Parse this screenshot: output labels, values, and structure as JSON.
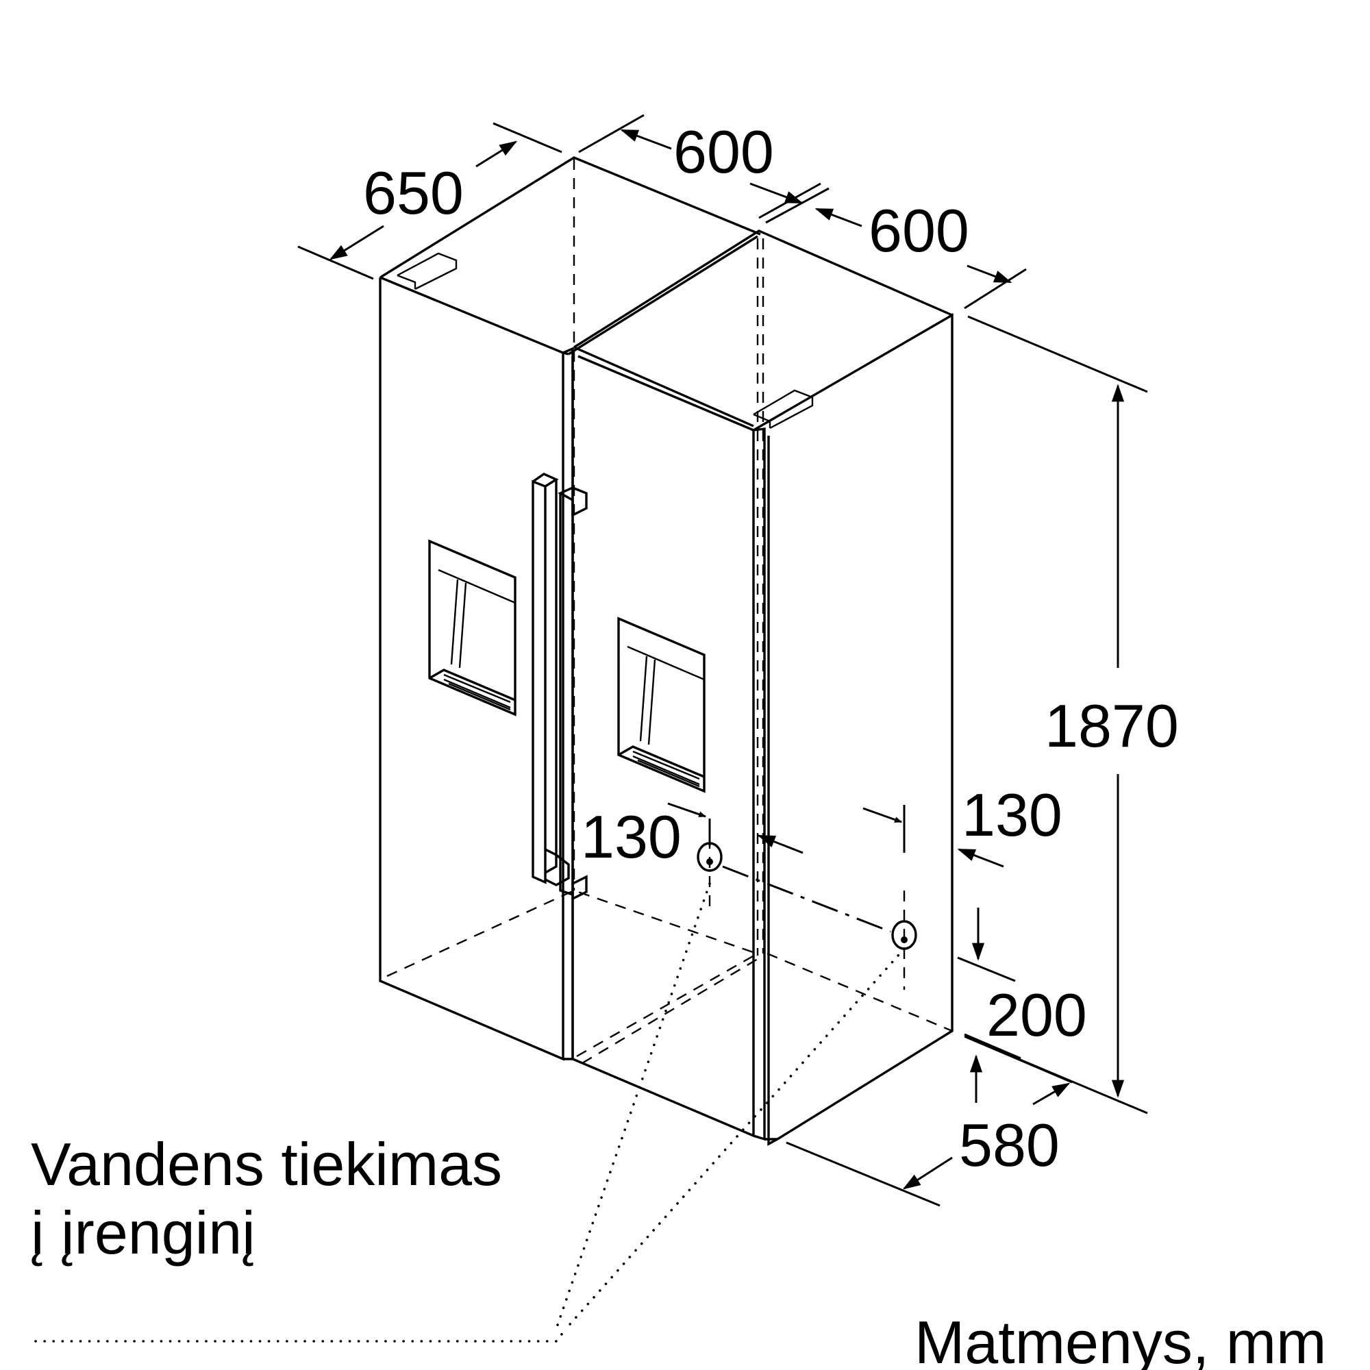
{
  "dimensions": {
    "depth_total": "650",
    "width_left": "600",
    "width_right": "600",
    "height": "1870",
    "offset_left": "130",
    "offset_right": "130",
    "inlet_height": "200",
    "depth_body": "580"
  },
  "labels": {
    "water_supply_line1": "Vandens tiekimas",
    "water_supply_line2": "į įrenginį",
    "units_caption": "Matmenys, mm"
  }
}
